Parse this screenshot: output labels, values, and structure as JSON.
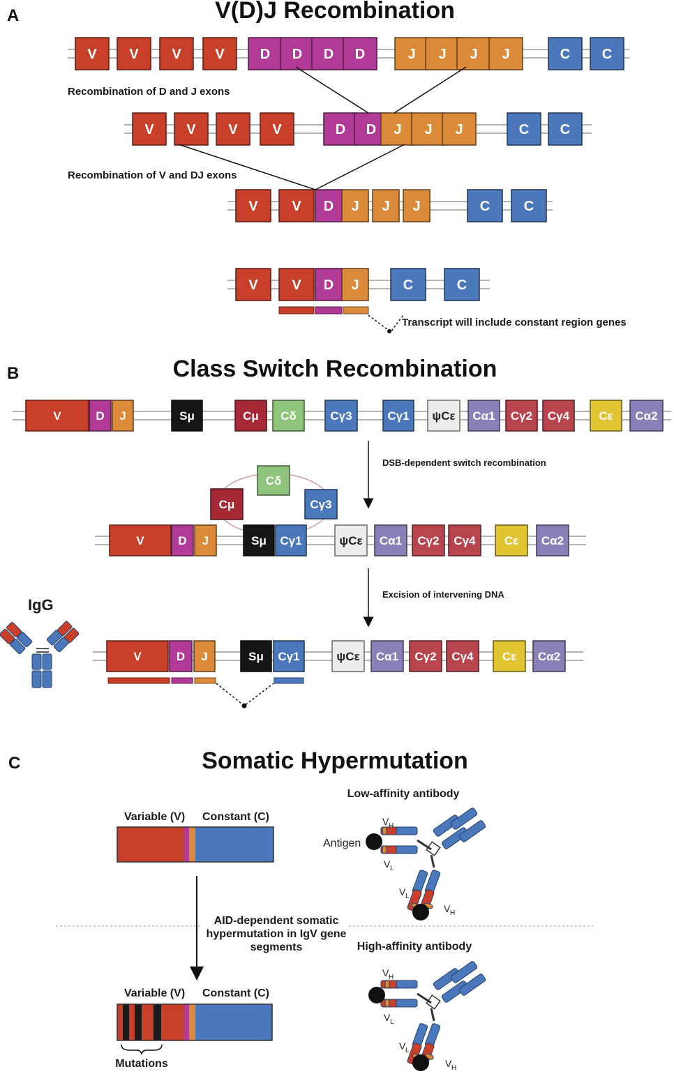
{
  "panels": {
    "a": {
      "letter": "A",
      "title": "V(D)J Recombination",
      "step1_label": "Recombination of D and J exons",
      "step2_label": "Recombination of V and DJ exons",
      "transcript_label": "Transcript will include constant region genes",
      "row1": [
        "V",
        "V",
        "V",
        "V",
        "D",
        "D",
        "D",
        "D",
        "J",
        "J",
        "J",
        "J",
        "C",
        "C"
      ],
      "row2": [
        "V",
        "V",
        "V",
        "V",
        "D",
        "D",
        "J",
        "J",
        "J",
        "C",
        "C"
      ],
      "row3": [
        "V",
        "V",
        "D",
        "J",
        "J",
        "J",
        "C",
        "C"
      ],
      "row4": [
        "V",
        "V",
        "D",
        "J",
        "C",
        "C"
      ]
    },
    "b": {
      "letter": "B",
      "title": "Class Switch Recombination",
      "step1_label": "DSB-dependent switch recombination",
      "step2_label": "Excision of intervening DNA",
      "igg_label": "IgG",
      "row1": [
        "V",
        "D",
        "J",
        "Sμ",
        "Cμ",
        "Cδ",
        "Cγ3",
        "Cγ1",
        "ψCε",
        "Cα1",
        "Cγ2",
        "Cγ4",
        "Cε",
        "Cα2"
      ],
      "loop": [
        "Cμ",
        "Cδ",
        "Cγ3"
      ],
      "row2": [
        "V",
        "D",
        "J",
        "Sμ",
        "Cγ1",
        "ψCε",
        "Cα1",
        "Cγ2",
        "Cγ4",
        "Cε",
        "Cα2"
      ],
      "row3": [
        "V",
        "D",
        "J",
        "Sμ",
        "Cγ1",
        "ψCε",
        "Cα1",
        "Cγ2",
        "Cγ4",
        "Cε",
        "Cα2"
      ]
    },
    "c": {
      "letter": "C",
      "title": "Somatic Hypermutation",
      "variable_label": "Variable (V)",
      "constant_label": "Constant (C)",
      "variable_label_2": "Variable (V)",
      "constant_label_2": "Constant (C)",
      "aid_line1": "AID-dependent somatic",
      "aid_line2": "hypermutation in IgV gene",
      "aid_line3": "segments",
      "mutations_label": "Mutations",
      "low_affinity": "Low-affinity antibody",
      "high_affinity": "High-affinity antibody",
      "antigen": "Antigen",
      "v_letter": "V",
      "h_sub": "H",
      "l_sub": "L"
    }
  },
  "colors": {
    "V": "#c8402a",
    "D": "#b03a96",
    "J": "#db8a3a",
    "C": "#4a78bb",
    "Smu": "#151515",
    "Cmu": "#a52a36",
    "Cdelta": "#8fc47c",
    "Cgamma3": "#4a78bb",
    "Cgamma1": "#4a78bb",
    "psiCe": "#ececea",
    "Calpha": "#8a80b8",
    "Cgamma24": "#b8444e",
    "Cepsilon": "#e0c432"
  }
}
